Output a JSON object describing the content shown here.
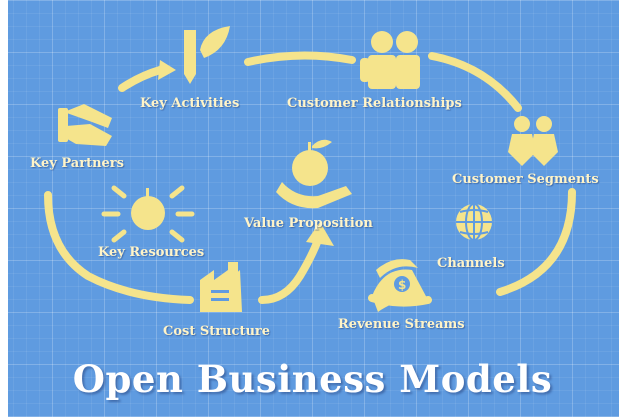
{
  "colors": {
    "background": "#5f9be0",
    "accent": "#f5e48c",
    "text": "#fff4c8",
    "title": "#ffffff"
  },
  "title": "Open Business Models",
  "blocks": {
    "key_partners": {
      "label": "Key Partners",
      "icon": "handshake-icon"
    },
    "key_activities": {
      "label": "Key Activities",
      "icon": "pencil-leaf-icon"
    },
    "customer_relationships": {
      "label": "Customer Relationships",
      "icon": "people-relationship-icon"
    },
    "customer_segments": {
      "label": "Customer Segments",
      "icon": "people-segment-icon"
    },
    "value_proposition": {
      "label": "Value Proposition",
      "icon": "hand-apple-icon"
    },
    "key_resources": {
      "label": "Key Resources",
      "icon": "shining-apple-icon"
    },
    "channels": {
      "label": "Channels",
      "icon": "globe-icon"
    },
    "cost_structure": {
      "label": "Cost Structure",
      "icon": "factory-icon"
    },
    "revenue_streams": {
      "label": "Revenue Streams",
      "icon": "money-icon"
    }
  }
}
